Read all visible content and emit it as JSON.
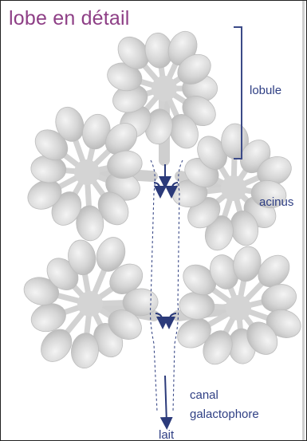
{
  "title": "lobe en détail",
  "labels": {
    "lobule": "lobule",
    "acinus": "acinus",
    "canal_line1": "canal",
    "canal_line2": "galactophore",
    "lait": "lait"
  },
  "colors": {
    "title": "#8e3f86",
    "label": "#2f3f84",
    "arrow": "#2b3a7a",
    "lobe_fill": "#d9d9d9",
    "lobe_stroke": "#bdbdbd",
    "duct_dash": "#3b4a88"
  }
}
